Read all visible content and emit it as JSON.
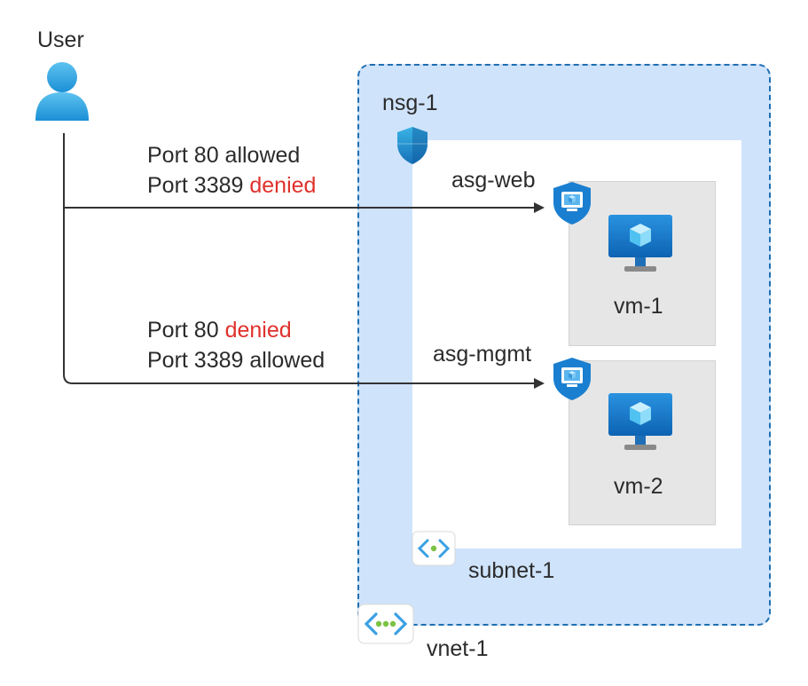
{
  "user": {
    "label": "User"
  },
  "flows": [
    {
      "line1_prefix": "Port 80 allowed",
      "line2_prefix": "Port 3389 ",
      "line2_status": "denied"
    },
    {
      "line1_prefix": "Port 80 ",
      "line1_status": "denied",
      "line2_prefix": "Port 3389 allowed"
    }
  ],
  "nsg": {
    "label": "nsg-1"
  },
  "asg_web": {
    "label": "asg-web"
  },
  "asg_mgmt": {
    "label": "asg-mgmt"
  },
  "vm1": {
    "label": "vm-1"
  },
  "vm2": {
    "label": "vm-2"
  },
  "subnet": {
    "label": "subnet-1"
  },
  "vnet": {
    "label": "vnet-1"
  },
  "colors": {
    "denied": "#e0312c",
    "vnet_fill": "#cfe3fb",
    "vnet_border": "#1f6fb2",
    "azure_blue": "#1a8ad4"
  }
}
